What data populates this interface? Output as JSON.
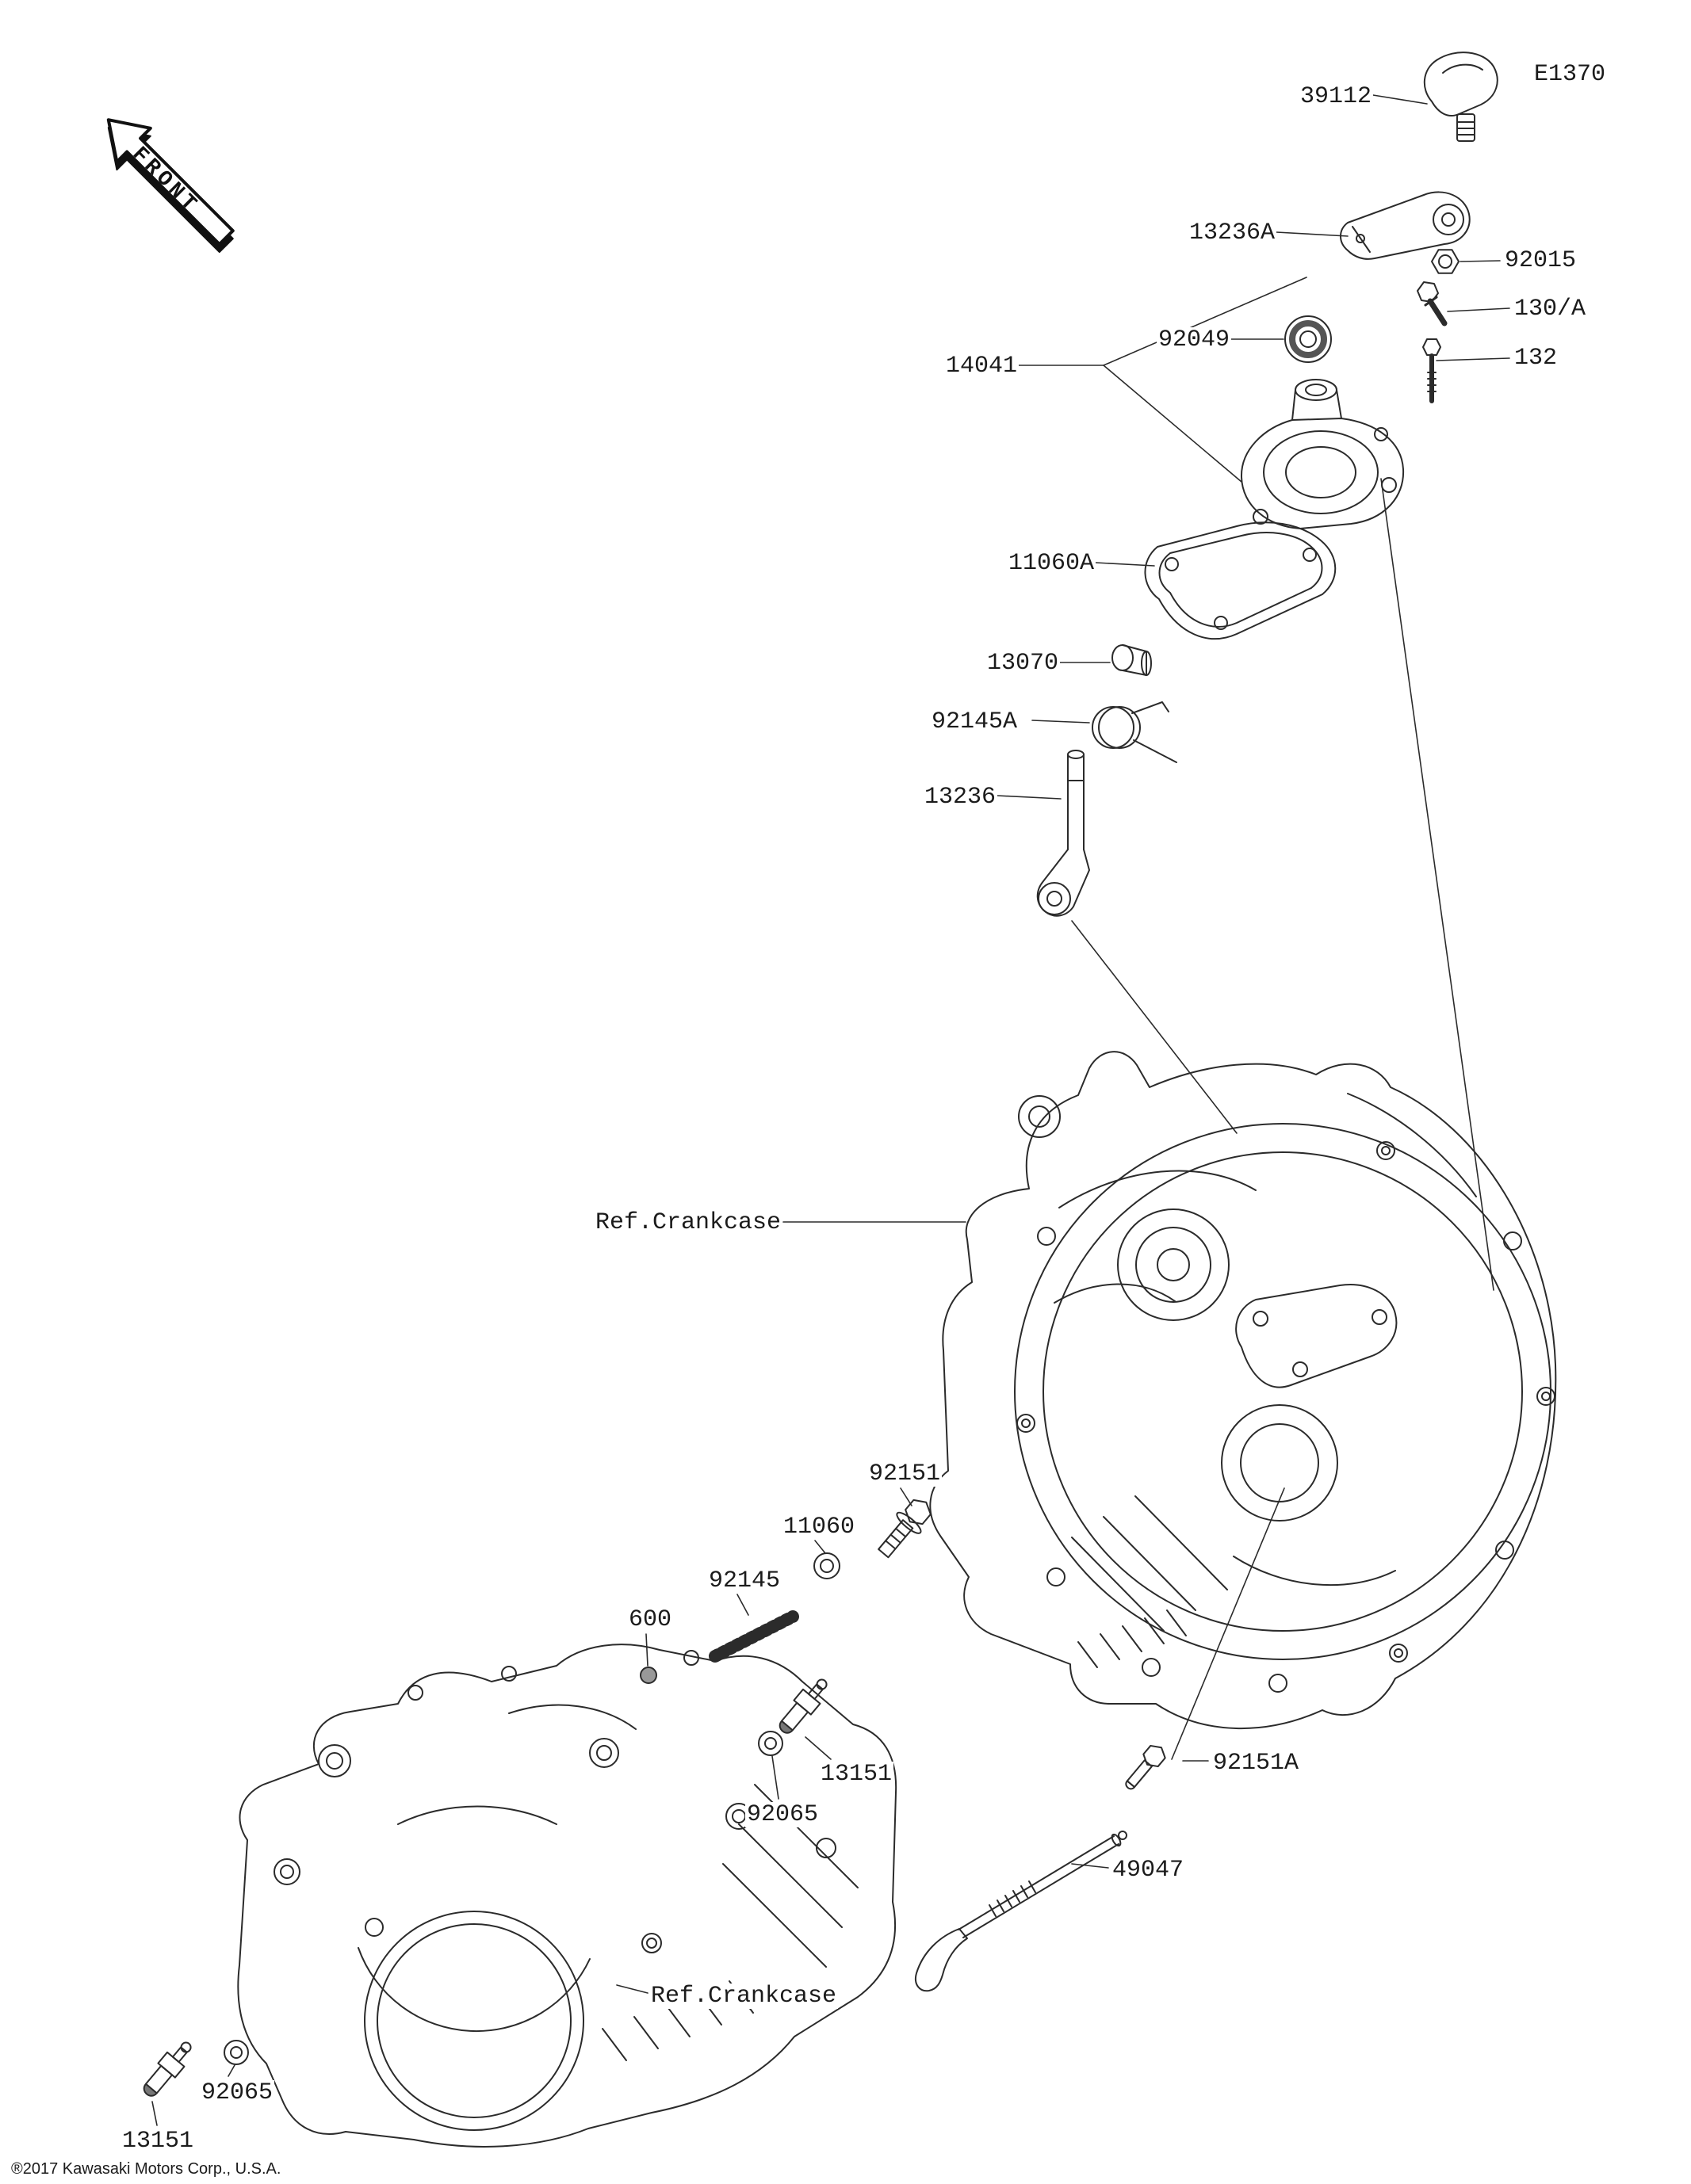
{
  "page": {
    "code": "E1370",
    "front_label": "FRONT",
    "copyright": "®2017 Kawasaki Motors Corp., U.S.A."
  },
  "diagram": {
    "ref_labels": {
      "upper": "Ref.Crankcase",
      "lower": "Ref.Crankcase"
    },
    "parts": [
      {
        "num": "39112"
      },
      {
        "num": "13236A"
      },
      {
        "num": "92015"
      },
      {
        "num": "130/A"
      },
      {
        "num": "92049"
      },
      {
        "num": "132"
      },
      {
        "num": "14041"
      },
      {
        "num": "11060A"
      },
      {
        "num": "13070"
      },
      {
        "num": "92145A"
      },
      {
        "num": "13236"
      },
      {
        "num": "92151"
      },
      {
        "num": "11060"
      },
      {
        "num": "92145"
      },
      {
        "num": "600"
      },
      {
        "num": "13151"
      },
      {
        "num": "92065"
      },
      {
        "num": "92151A"
      },
      {
        "num": "49047"
      },
      {
        "num": "92065"
      },
      {
        "num": "13151"
      }
    ]
  }
}
